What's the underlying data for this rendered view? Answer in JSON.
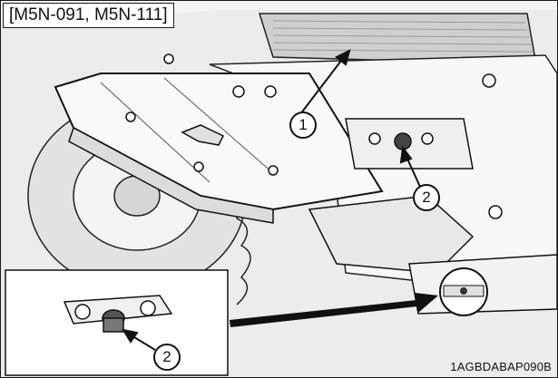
{
  "figure": {
    "model_label": "[M5N-091, M5N-111]",
    "callouts": [
      {
        "number": "1",
        "part": "panel"
      },
      {
        "number": "2",
        "part": "bolt"
      },
      {
        "number": "2",
        "part": "bolt-detail"
      }
    ],
    "figure_code": "1AGBDABAP090B"
  }
}
